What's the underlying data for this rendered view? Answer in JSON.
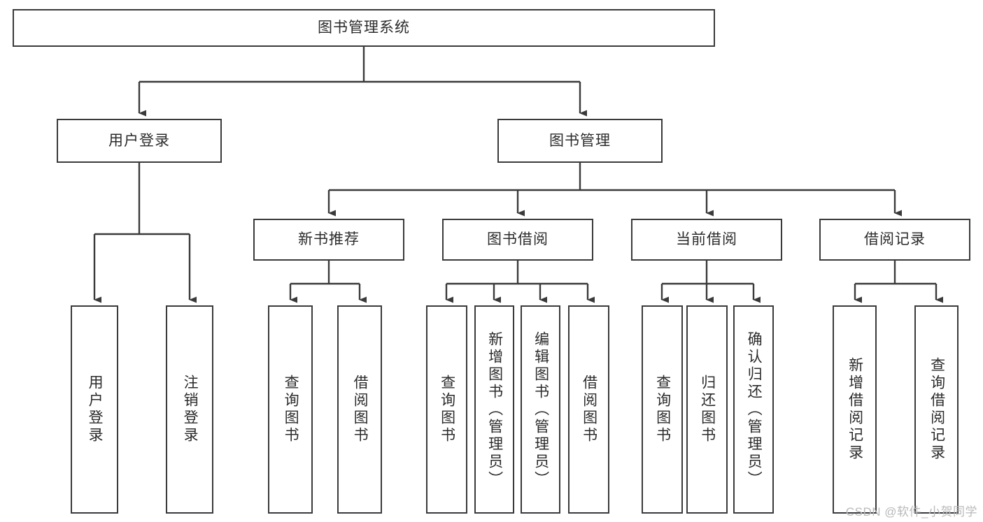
{
  "diagram": {
    "type": "tree-hierarchy",
    "title": "图书管理系统",
    "watermark": "CSDN @软件_小贺同学",
    "colors": {
      "stroke": "#3a3a3a",
      "text": "#2b2b2b",
      "background": "#ffffff",
      "watermark": "#b9b9b9"
    },
    "levels": {
      "root": {
        "label": "图书管理系统",
        "orientation": "horizontal"
      },
      "level1": [
        {
          "id": "user-login",
          "label": "用户登录",
          "orientation": "horizontal"
        },
        {
          "id": "book-management",
          "label": "图书管理",
          "orientation": "horizontal"
        }
      ],
      "level2": [
        {
          "id": "new-book-recommend",
          "label": "新书推荐",
          "orientation": "horizontal",
          "parent": "book-management"
        },
        {
          "id": "book-borrow",
          "label": "图书借阅",
          "orientation": "horizontal",
          "parent": "book-management"
        },
        {
          "id": "current-borrow",
          "label": "当前借阅",
          "orientation": "horizontal",
          "parent": "book-management"
        },
        {
          "id": "borrow-record",
          "label": "借阅记录",
          "orientation": "horizontal",
          "parent": "book-management"
        }
      ],
      "leaves": [
        {
          "id": "leaf-user-login",
          "label": "用户登录",
          "orientation": "vertical",
          "parent": "user-login"
        },
        {
          "id": "leaf-user-logout",
          "label": "注销登录",
          "orientation": "vertical",
          "parent": "user-login"
        },
        {
          "id": "leaf-query-book-1",
          "label": "查询图书",
          "orientation": "vertical",
          "parent": "new-book-recommend"
        },
        {
          "id": "leaf-borrow-book-1",
          "label": "借阅图书",
          "orientation": "vertical",
          "parent": "new-book-recommend"
        },
        {
          "id": "leaf-query-book-2",
          "label": "查询图书",
          "orientation": "vertical",
          "parent": "book-borrow"
        },
        {
          "id": "leaf-add-book",
          "label": "新增图书（管理员）",
          "orientation": "vertical",
          "parent": "book-borrow"
        },
        {
          "id": "leaf-edit-book",
          "label": "编辑图书（管理员）",
          "orientation": "vertical",
          "parent": "book-borrow"
        },
        {
          "id": "leaf-borrow-book-2",
          "label": "借阅图书",
          "orientation": "vertical",
          "parent": "book-borrow"
        },
        {
          "id": "leaf-query-book-3",
          "label": "查询图书",
          "orientation": "vertical",
          "parent": "current-borrow"
        },
        {
          "id": "leaf-return-book",
          "label": "归还图书",
          "orientation": "vertical",
          "parent": "current-borrow"
        },
        {
          "id": "leaf-confirm-return",
          "label": "确认归还（管理员）",
          "orientation": "vertical",
          "parent": "current-borrow"
        },
        {
          "id": "leaf-add-record",
          "label": "新增借阅记录",
          "orientation": "vertical",
          "parent": "borrow-record"
        },
        {
          "id": "leaf-query-record",
          "label": "查询借阅记录",
          "orientation": "vertical",
          "parent": "borrow-record"
        }
      ]
    }
  }
}
